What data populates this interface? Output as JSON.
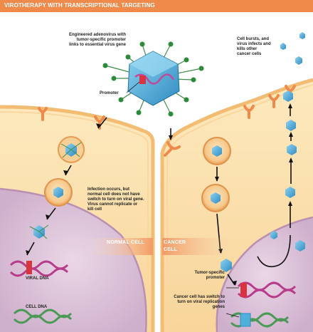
{
  "header": {
    "title": "VIROTHERAPY WITH TRANSCRIPTIONAL TARGETING"
  },
  "labels": {
    "engineered": "Engineered adenovirus with tumor-specific promoter links to essential virus gene",
    "promoter": "Promoter",
    "cell_bursts": "Cell bursts, and virus infects and kills other cancer cells",
    "infection": "Infection occurs, but normal cell does not have switch to turn on viral gene. Virus cannot replicate or kill cell",
    "normal_cell": "NORMAL CELL",
    "cancer_cell": "CANCER CELL",
    "viral_dna": "VIRAL DNA",
    "cell_dna": "CELL DNA",
    "tumor_promoter": "Tumor-specific promoter",
    "cancer_switch": "Cancer cell has switch to turn on viral replication genes"
  },
  "colors": {
    "title_bar": "#f08a4b",
    "cell_cytoplasm": "#fbe3b3",
    "cell_membrane": "#f2bd73",
    "nucleus": "#d9bfd6",
    "virus_capsid": "#4fb0dc",
    "virus_spike": "#2e8a3b",
    "receptor": "#ee8a4b",
    "dna_magenta": "#b83c8c",
    "dna_green": "#4a9a55",
    "tag_bg": "#f3a06f"
  }
}
